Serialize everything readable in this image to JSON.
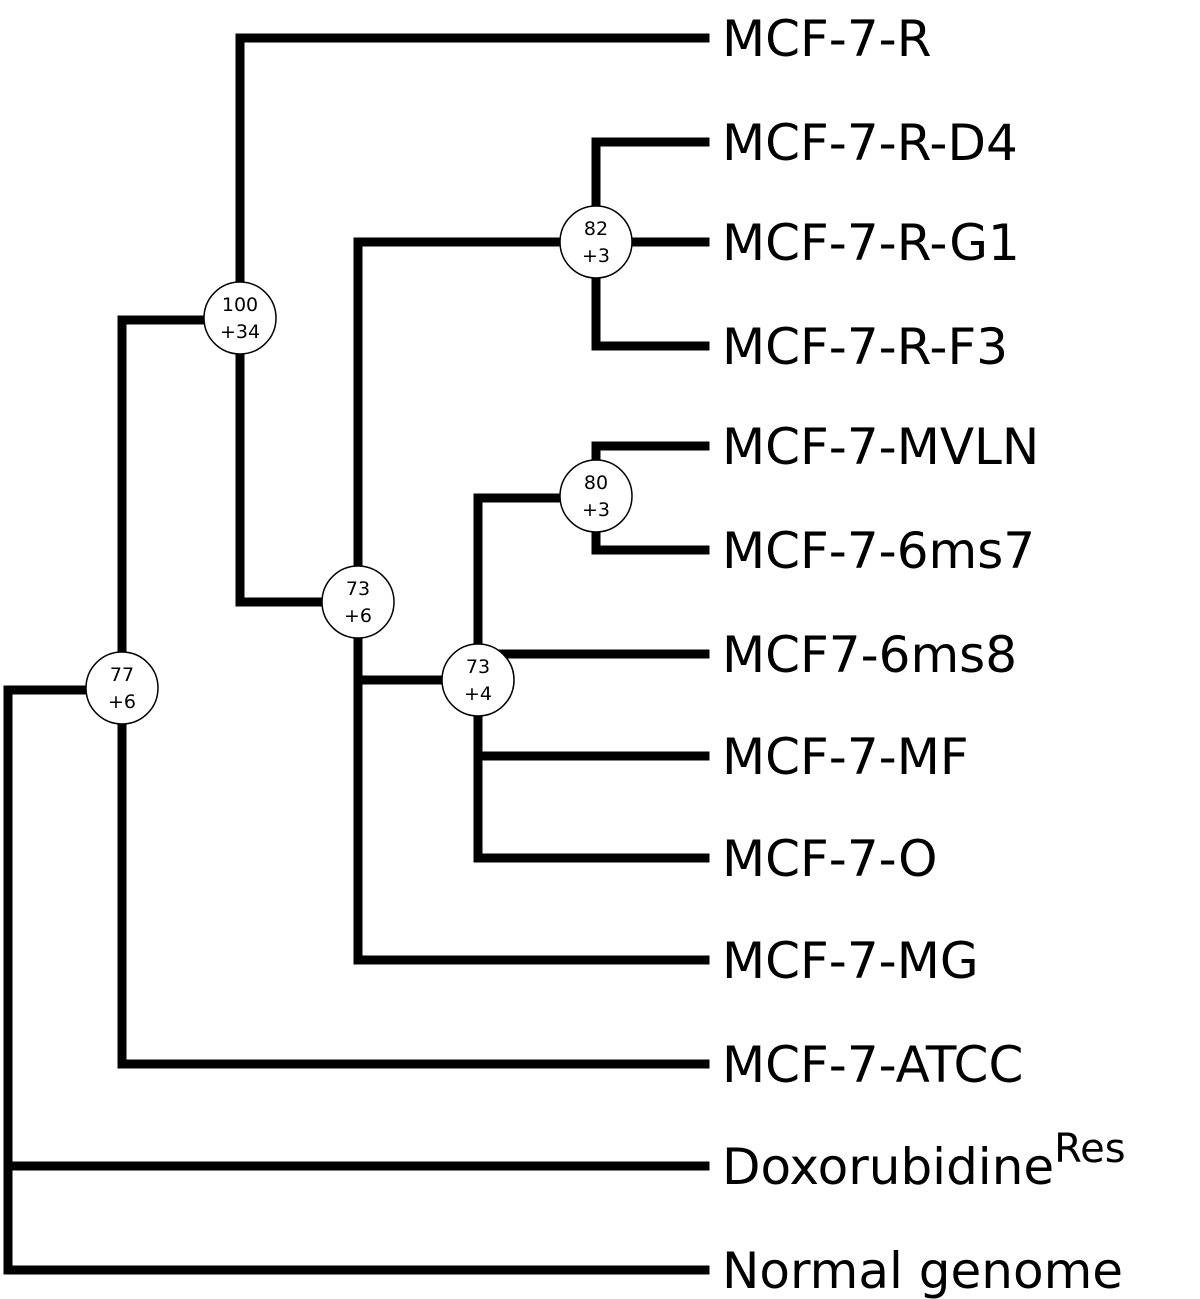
{
  "leaves": {
    "mcf7_r": "MCF-7-R",
    "mcf7_r_d4": "MCF-7-R-D4",
    "mcf7_r_g1": "MCF-7-R-G1",
    "mcf7_r_f3": "MCF-7-R-F3",
    "mcf7_mvln": "MCF-7-MVLN",
    "mcf7_6ms7": "MCF-7-6ms7",
    "mcf7_6ms8": "MCF7-6ms8",
    "mcf7_mf": "MCF-7-MF",
    "mcf7_o": "MCF-7-O",
    "mcf7_mg": "MCF-7-MG",
    "mcf7_atcc": "MCF-7-ATCC",
    "doxorubidine": "Doxorubidine",
    "doxorubidine_sup": "Res",
    "normal_genome": "Normal genome"
  },
  "nodes": {
    "n100": {
      "support": "100",
      "changes": "+34"
    },
    "n82": {
      "support": "82",
      "changes": "+3"
    },
    "n80": {
      "support": "80",
      "changes": "+3"
    },
    "n73a": {
      "support": "73",
      "changes": "+6"
    },
    "n73b": {
      "support": "73",
      "changes": "+4"
    },
    "n77": {
      "support": "77",
      "changes": "+6"
    }
  },
  "colors": {
    "line": "#000000",
    "background": "#ffffff"
  }
}
